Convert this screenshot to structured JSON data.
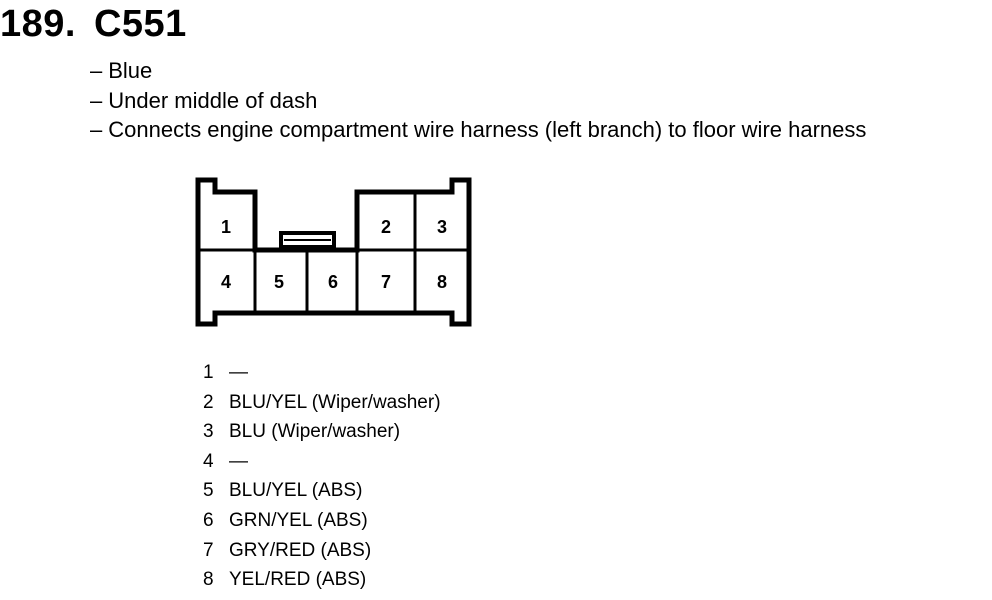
{
  "heading": {
    "number": "189.",
    "connector_id": "C551"
  },
  "description": [
    {
      "dash": "–",
      "text": "Blue"
    },
    {
      "dash": "–",
      "text": "Under middle of dash"
    },
    {
      "dash": "–",
      "text": "Connects engine compartment wire harness (left branch) to floor wire harness"
    }
  ],
  "connector_face": {
    "cavity_labels": [
      "1",
      "2",
      "3",
      "4",
      "5",
      "6",
      "7",
      "8"
    ]
  },
  "pins": [
    {
      "num": "1",
      "desc": "—"
    },
    {
      "num": "2",
      "desc": "BLU/YEL (Wiper/washer)"
    },
    {
      "num": "3",
      "desc": "BLU (Wiper/washer)"
    },
    {
      "num": "4",
      "desc": "—"
    },
    {
      "num": "5",
      "desc": "BLU/YEL (ABS)"
    },
    {
      "num": "6",
      "desc": "GRN/YEL (ABS)"
    },
    {
      "num": "7",
      "desc": "GRY/RED (ABS)"
    },
    {
      "num": "8",
      "desc": "YEL/RED (ABS)"
    }
  ]
}
